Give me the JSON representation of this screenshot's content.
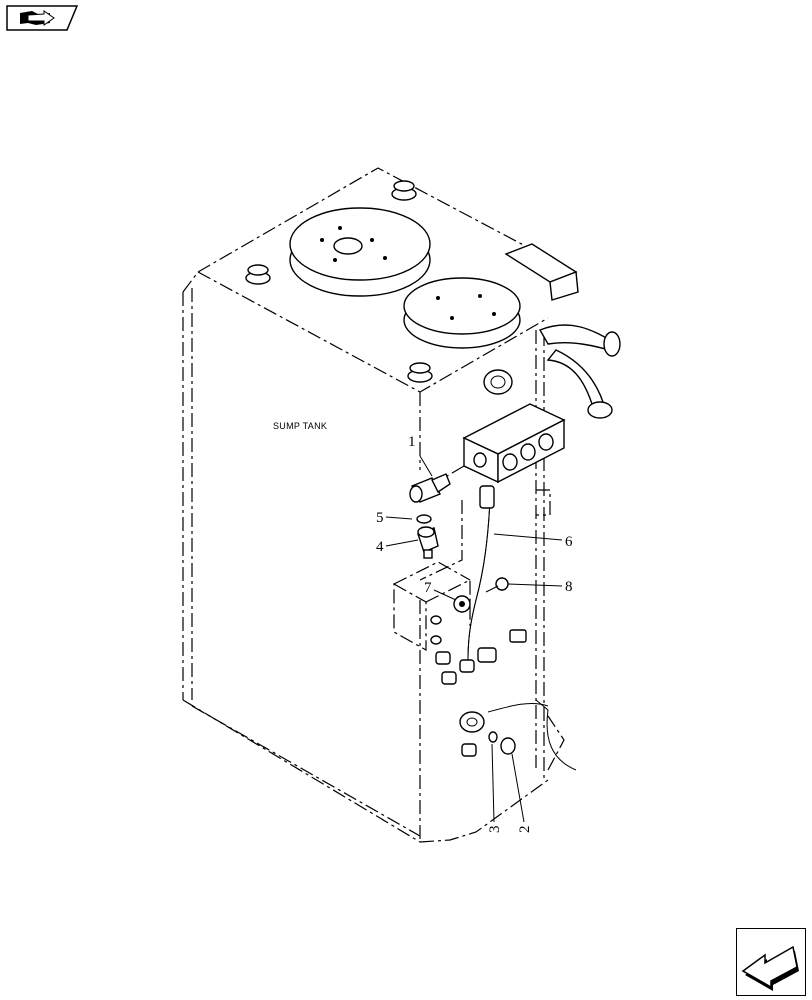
{
  "diagram": {
    "tank_label": "SUMP TANK",
    "callouts": {
      "c1": "1",
      "c2": "2",
      "c3": "3",
      "c4": "4",
      "c5": "5",
      "c6": "6",
      "c7": "7",
      "c8": "8"
    }
  },
  "nav": {
    "top_icon": "book-arrow-icon",
    "bottom_icon": "previous-page-arrow-icon"
  }
}
